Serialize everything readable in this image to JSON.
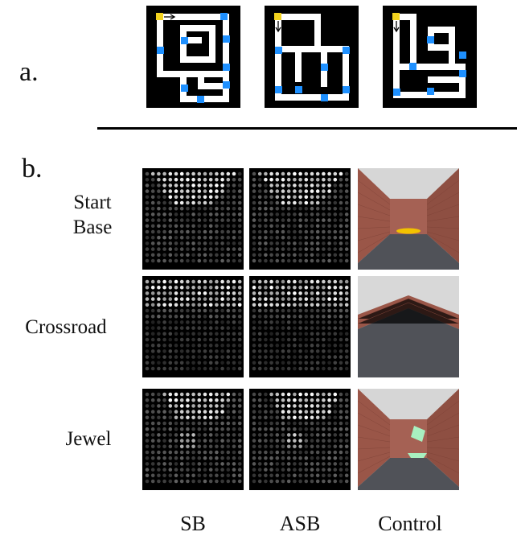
{
  "panel_labels": {
    "a": "a.",
    "b": "b."
  },
  "row_labels": [
    {
      "line1": "Start",
      "line2": "Base"
    },
    {
      "line1": "Crossroad",
      "line2": ""
    },
    {
      "line1": "Jewel",
      "line2": ""
    }
  ],
  "column_labels": [
    "SB",
    "ASB",
    "Control"
  ],
  "colors": {
    "maze_background": "#000000",
    "maze_path": "#ffffff",
    "maze_node": "#1e90ff",
    "start_marker": "#f2d21e",
    "wall_brick": "#9a5648",
    "floor": "#505258",
    "sky": "#d6d6d6",
    "jewel": "#a8f0c0",
    "base_marker": "#f2c200"
  }
}
